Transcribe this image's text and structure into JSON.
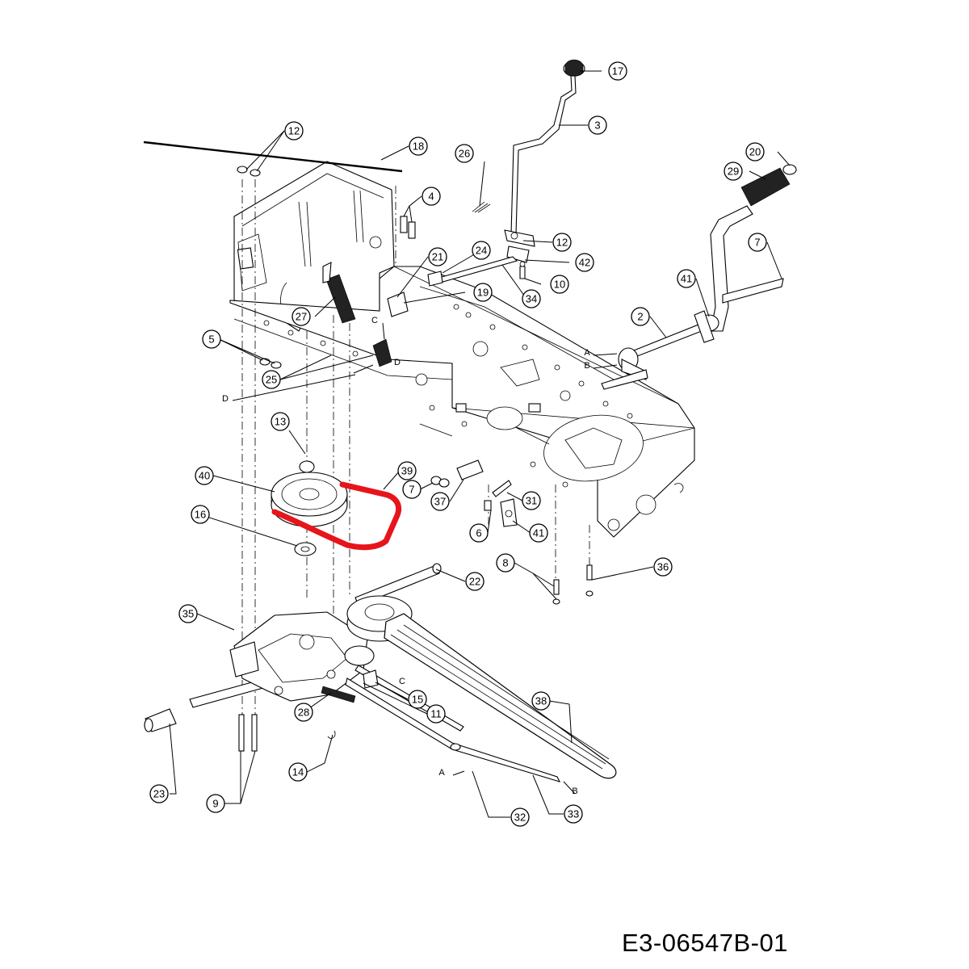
{
  "diagram_code": "E3-06547B-01",
  "highlight_color": "#e8141b",
  "callouts": [
    {
      "id": "c17",
      "label": "17"
    },
    {
      "id": "c3",
      "label": "3"
    },
    {
      "id": "c12a",
      "label": "12"
    },
    {
      "id": "c18",
      "label": "18"
    },
    {
      "id": "c26",
      "label": "26"
    },
    {
      "id": "c20",
      "label": "20"
    },
    {
      "id": "c29",
      "label": "29"
    },
    {
      "id": "c4",
      "label": "4"
    },
    {
      "id": "c12b",
      "label": "12"
    },
    {
      "id": "c7a",
      "label": "7"
    },
    {
      "id": "c24",
      "label": "24"
    },
    {
      "id": "c21",
      "label": "21"
    },
    {
      "id": "c42",
      "label": "42"
    },
    {
      "id": "c10",
      "label": "10"
    },
    {
      "id": "c41a",
      "label": "41"
    },
    {
      "id": "c19",
      "label": "19"
    },
    {
      "id": "c34",
      "label": "34"
    },
    {
      "id": "c27",
      "label": "27"
    },
    {
      "id": "c2",
      "label": "2"
    },
    {
      "id": "c5",
      "label": "5"
    },
    {
      "id": "c25",
      "label": "25"
    },
    {
      "id": "c13",
      "label": "13"
    },
    {
      "id": "c39",
      "label": "39"
    },
    {
      "id": "c40",
      "label": "40"
    },
    {
      "id": "c7b",
      "label": "7"
    },
    {
      "id": "c37",
      "label": "37"
    },
    {
      "id": "c31",
      "label": "31"
    },
    {
      "id": "c16",
      "label": "16"
    },
    {
      "id": "c6",
      "label": "6"
    },
    {
      "id": "c41b",
      "label": "41"
    },
    {
      "id": "c8",
      "label": "8"
    },
    {
      "id": "c36",
      "label": "36"
    },
    {
      "id": "c22",
      "label": "22"
    },
    {
      "id": "c35",
      "label": "35"
    },
    {
      "id": "c15",
      "label": "15"
    },
    {
      "id": "c38",
      "label": "38"
    },
    {
      "id": "c28",
      "label": "28"
    },
    {
      "id": "c11",
      "label": "11"
    },
    {
      "id": "c14",
      "label": "14"
    },
    {
      "id": "c23",
      "label": "23"
    },
    {
      "id": "c9",
      "label": "9"
    },
    {
      "id": "c32",
      "label": "32"
    },
    {
      "id": "c33",
      "label": "33"
    }
  ],
  "letters": [
    {
      "id": "lC1",
      "label": "C"
    },
    {
      "id": "lD1",
      "label": "D"
    },
    {
      "id": "lD2",
      "label": "D"
    },
    {
      "id": "lA1",
      "label": "A"
    },
    {
      "id": "lB1",
      "label": "B"
    },
    {
      "id": "lC2",
      "label": "C"
    },
    {
      "id": "lA2",
      "label": "A"
    },
    {
      "id": "lB2",
      "label": "B"
    }
  ]
}
